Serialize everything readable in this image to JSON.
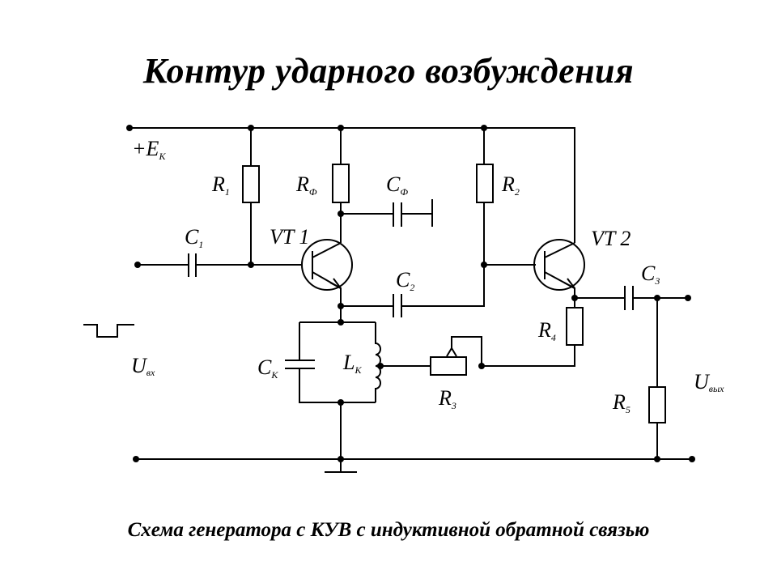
{
  "title": "Контур ударного возбуждения",
  "caption": "Схема генератора с КУВ с индуктивной обратной связью",
  "labels": {
    "supply": {
      "main": "+E",
      "sub": "К"
    },
    "R1": {
      "main": "R",
      "sub": "1"
    },
    "RF": {
      "main": "R",
      "sub": "Ф"
    },
    "CF": {
      "main": "C",
      "sub": "Ф"
    },
    "R2": {
      "main": "R",
      "sub": "2"
    },
    "C1": {
      "main": "C",
      "sub": "1"
    },
    "VT1": {
      "main": "VT 1"
    },
    "VT2": {
      "main": "VT 2"
    },
    "C2": {
      "main": "C",
      "sub": "2"
    },
    "C3": {
      "main": "C",
      "sub": "3"
    },
    "R4": {
      "main": "R",
      "sub": "4"
    },
    "CK": {
      "main": "C",
      "sub": "К"
    },
    "LK": {
      "main": "L",
      "sub": "К"
    },
    "R3": {
      "main": "R",
      "sub": "3"
    },
    "R5": {
      "main": "R",
      "sub": "5"
    },
    "Uin": {
      "main": "U",
      "sub": "вх"
    },
    "Uout": {
      "main": "U",
      "sub": "вых"
    }
  }
}
